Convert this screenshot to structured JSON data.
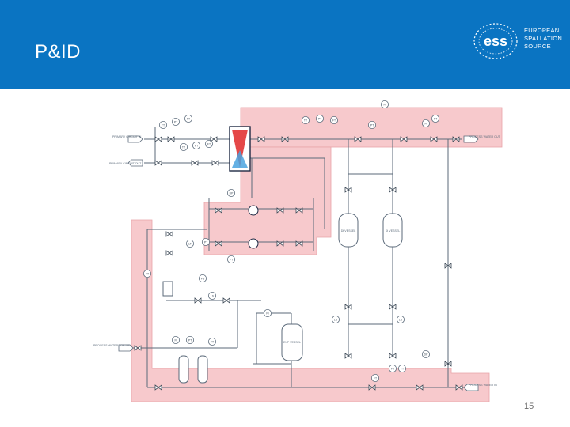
{
  "slide": {
    "title": "P&ID",
    "page_number": "15"
  },
  "logo": {
    "mark": "ess",
    "lines": [
      "EUROPEAN",
      "SPALLATION",
      "SOURCE"
    ]
  },
  "diagram": {
    "labels": {
      "primary_in": "PRIMARY CIRCUIT IN",
      "primary_out": "PRIMARY CIRCUIT OUT",
      "process_water_out": "PROCESS WATER OUT",
      "process_water_in": "PROCESS WATER IN",
      "process_water_top_up": "PROCESS WATER TOP-UP",
      "di_vessel_1": "DI VESSEL",
      "di_vessel_2": "DI VESSEL",
      "exp_vessel": "EXP VESSEL"
    },
    "instruments": [
      "TT",
      "PT",
      "FT",
      "TT",
      "PT",
      "FT",
      "TT",
      "PT",
      "FT",
      "FI",
      "PT",
      "FI",
      "PT",
      "DP",
      "PT",
      "PT",
      "LT",
      "LS",
      "LS",
      "DP",
      "PT",
      "TT",
      "FT",
      "PI",
      "FI",
      "PT",
      "TT",
      "PS",
      "LS",
      "TT"
    ],
    "colors": {
      "highlight": "#f7c9cc",
      "highlight_edge": "#e8a4a8",
      "line": "#5b6a7a",
      "hx_red": "#e54848",
      "hx_blue": "#4aa3df"
    }
  }
}
